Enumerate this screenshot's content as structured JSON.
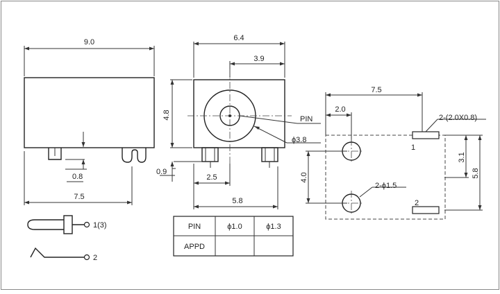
{
  "dimensions": {
    "left_width": "9.0",
    "pin_offset": "0.8",
    "left_lower_width": "7.5",
    "front_width": "6.4",
    "front_half": "3.9",
    "front_height": "4.8",
    "front_pin_height": "0.9",
    "front_pin_pitch": "2.5",
    "front_base": "5.8",
    "pcb_width": "7.5",
    "pcb_hole_x": "2.0",
    "pcb_hole_pitch": "4.0",
    "pcb_pad_offset": "3.1",
    "pcb_height": "5.8"
  },
  "labels": {
    "pin": "PIN",
    "diameter_38": "ϕ3.8",
    "pad_size": "2-(2.0X0.8)",
    "hole_size": "2-ϕ1.5",
    "pad_1": "1",
    "pad_2": "2",
    "schematic_1": "1(3)",
    "schematic_2": "2"
  },
  "table": {
    "rows": [
      [
        "PIN",
        "ϕ1.0",
        "ϕ1.3"
      ],
      [
        "APPD",
        "",
        ""
      ]
    ]
  }
}
